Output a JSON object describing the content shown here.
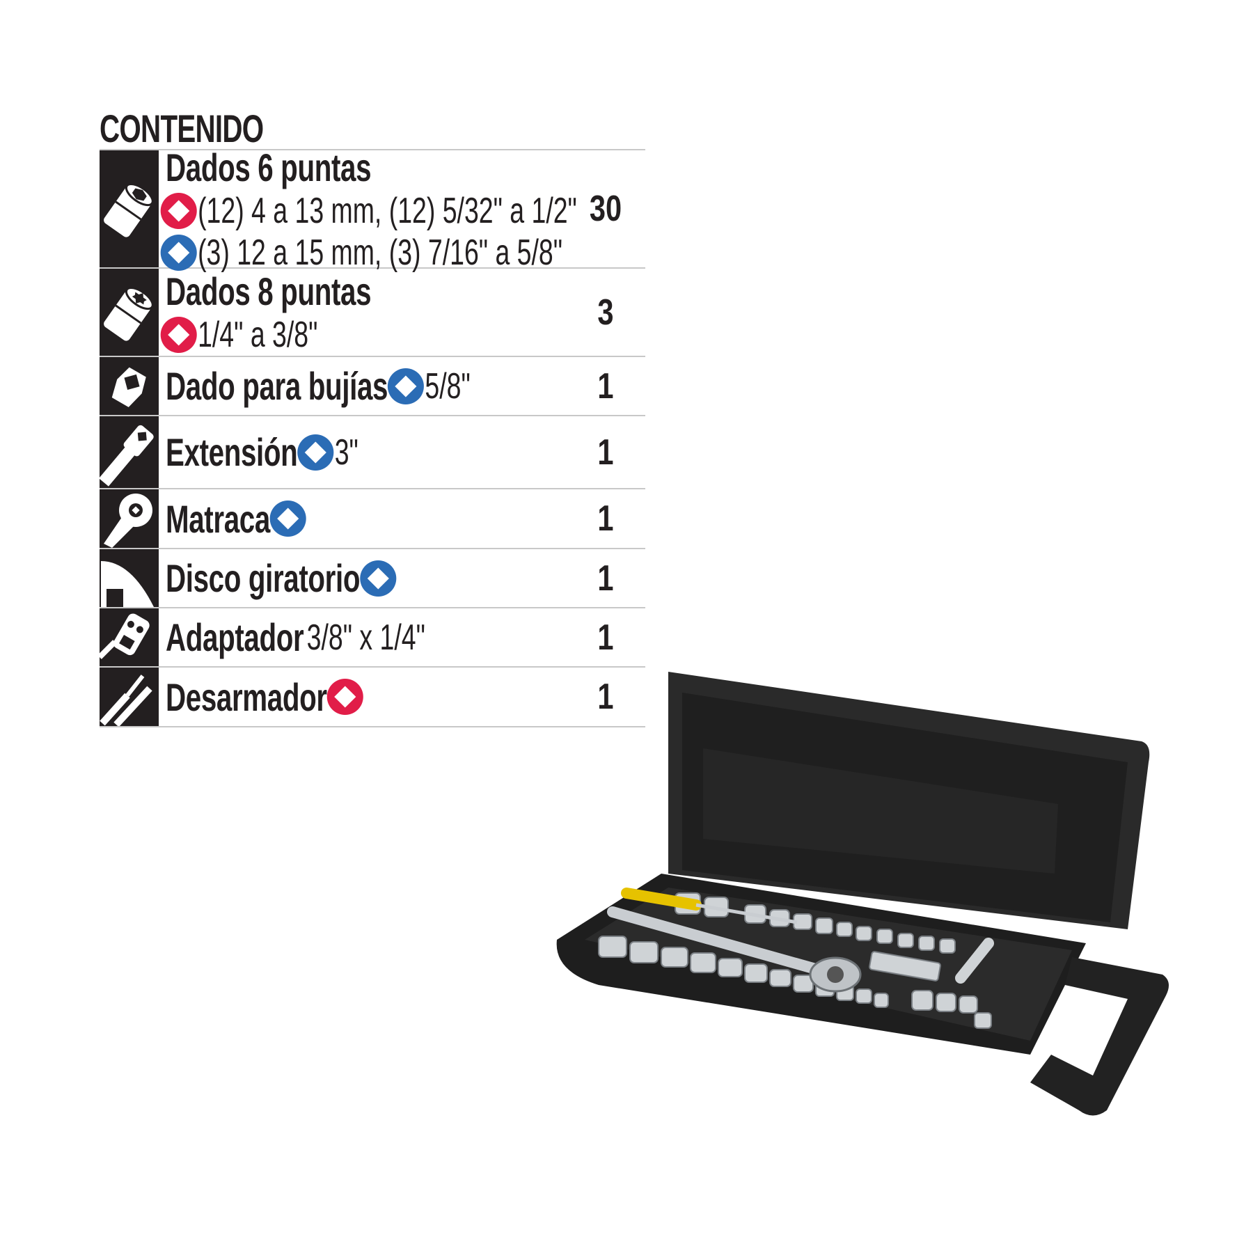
{
  "title": "CONTENIDO",
  "colors": {
    "red": "#e11d48",
    "blue": "#2b6cb5",
    "dark": "#231f20"
  },
  "items": [
    {
      "icon": "socket-6-point-icon",
      "name": "Dados 6 puntas",
      "details": [
        {
          "marker": "red",
          "text": "(12) 4 a 13 mm, (12) 5/32\" a 1/2\""
        },
        {
          "marker": "blue",
          "text": "(3) 12 a 15 mm, (3) 7/16\" a 5/8\""
        }
      ],
      "count": "30"
    },
    {
      "icon": "socket-8-point-icon",
      "name": "Dados 8 puntas",
      "details": [
        {
          "marker": "red",
          "text": "1/4\" a 3/8\""
        }
      ],
      "count": "3"
    },
    {
      "icon": "spark-plug-socket-icon",
      "name": "Dado para bujías",
      "marker": "blue",
      "spec": "5/8\"",
      "count": "1"
    },
    {
      "icon": "extension-icon",
      "name": "Extensión",
      "marker": "blue",
      "spec": "3\"",
      "count": "1"
    },
    {
      "icon": "ratchet-icon",
      "name": "Matraca",
      "marker": "blue",
      "spec": "",
      "count": "1"
    },
    {
      "icon": "spinner-disc-icon",
      "name": "Disco giratorio",
      "marker": "blue",
      "spec": "",
      "count": "1"
    },
    {
      "icon": "adapter-icon",
      "name": "Adaptador",
      "spec": "3/8\" x 1/4\"",
      "count": "1"
    },
    {
      "icon": "screwdriver-icon",
      "name": "Desarmador",
      "marker": "red",
      "spec": "",
      "count": "1"
    }
  ]
}
